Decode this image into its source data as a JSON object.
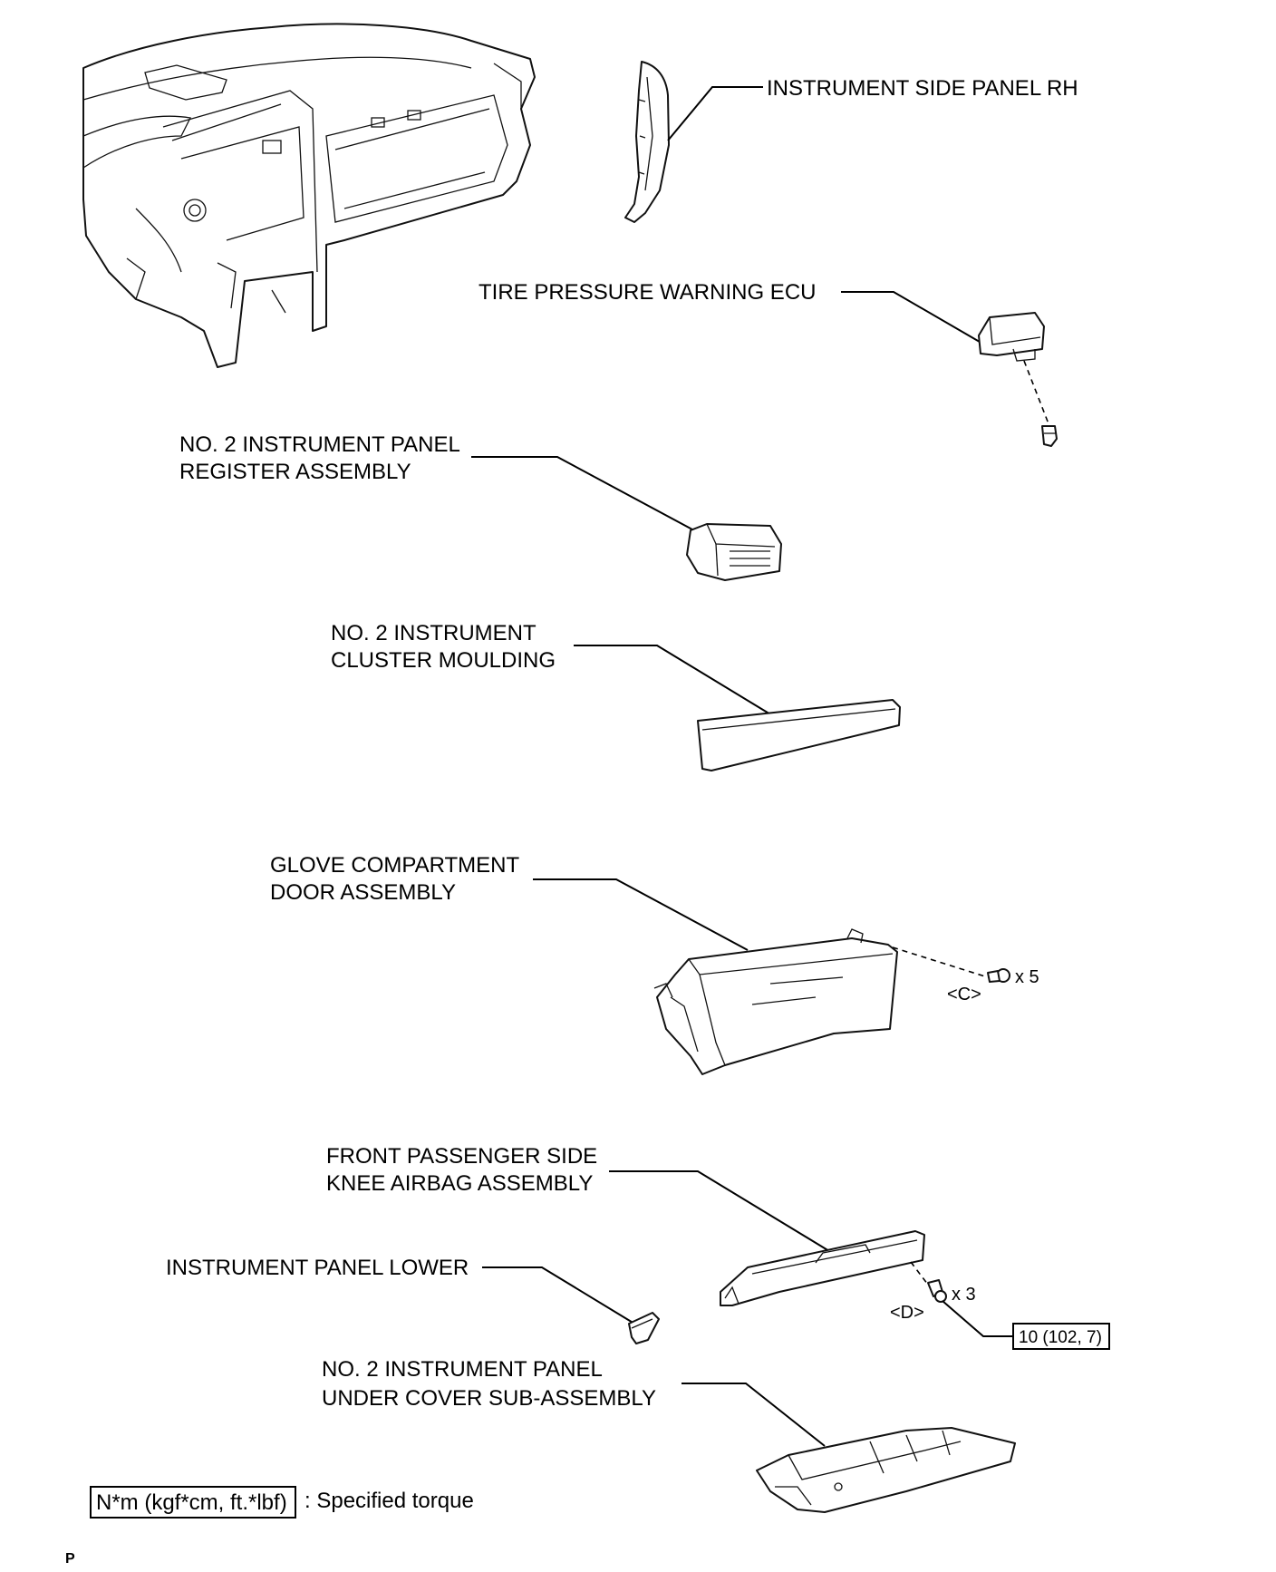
{
  "labels": {
    "side_panel": "INSTRUMENT SIDE PANEL RH",
    "tpw_ecu": "TIRE PRESSURE WARNING ECU",
    "register_line1": "NO. 2 INSTRUMENT PANEL",
    "register_line2": "REGISTER ASSEMBLY",
    "moulding_line1": "NO. 2 INSTRUMENT",
    "moulding_line2": "CLUSTER MOULDING",
    "glove_line1": "GLOVE COMPARTMENT",
    "glove_line2": "DOOR ASSEMBLY",
    "knee_line1": "FRONT PASSENGER SIDE",
    "knee_line2": "KNEE AIRBAG ASSEMBLY",
    "panel_lower": "INSTRUMENT PANEL LOWER",
    "under_cover_line1": "NO. 2 INSTRUMENT PANEL",
    "under_cover_line2": "UNDER COVER SUB-ASSEMBLY"
  },
  "fasteners": {
    "c_code": "<C>",
    "c_qty": "x 5",
    "d_code": "<D>",
    "d_qty": "x 3"
  },
  "torque": {
    "value": "10 (102, 7)",
    "legend_units": "N*m (kgf*cm, ft.*lbf)",
    "legend_text": ": Specified torque"
  },
  "page_marker": "P"
}
